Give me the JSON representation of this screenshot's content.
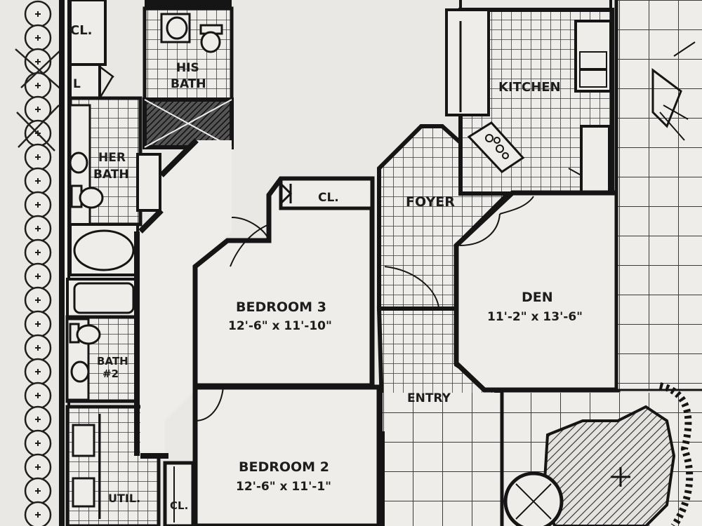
{
  "rooms": {
    "closet_top": "CL.",
    "linen": "L",
    "his_bath_1": "HIS",
    "his_bath_2": "BATH",
    "her_bath_1": "HER",
    "her_bath_2": "BATH",
    "kitchen": "KITCHEN",
    "closet_bed3": "CL.",
    "foyer": "FOYER",
    "bedroom3": "BEDROOM 3",
    "bedroom3_dim": "12'-6\" x 11'-10\"",
    "den": "DEN",
    "den_dim": "11'-2\" x 13'-6\"",
    "bath2_1": "BATH",
    "bath2_2": "#2",
    "entry": "ENTRY",
    "bedroom2": "BEDROOM 2",
    "bedroom2_dim": "12'-6\" x 11'-1\"",
    "utility": "UTIL.",
    "closet_bed2": "CL."
  }
}
